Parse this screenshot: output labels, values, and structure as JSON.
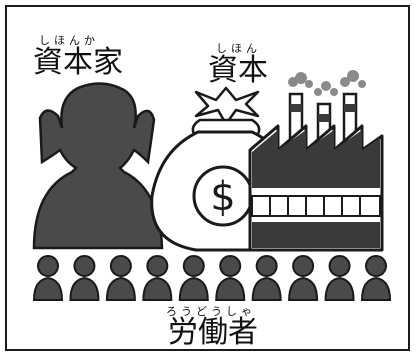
{
  "labels": {
    "capitalist": {
      "reading": "しほんか",
      "word": "資本家"
    },
    "capital": {
      "reading": "しほん",
      "word": "資本"
    },
    "worker": {
      "reading": "ろうどうしゃ",
      "word": "労働者"
    }
  },
  "icons": {
    "capitalist": "person-silhouette-icon",
    "money": "money-bag-icon",
    "currency_symbol": "$",
    "factory": "factory-icon",
    "workers": "worker-crowd-icon"
  },
  "worker_count": 10,
  "colors": {
    "ink": "#1a1a1a",
    "silhouette": "#4a4a4a",
    "factory_roof": "#3a3a3a",
    "smoke": "#8a8a8a"
  }
}
